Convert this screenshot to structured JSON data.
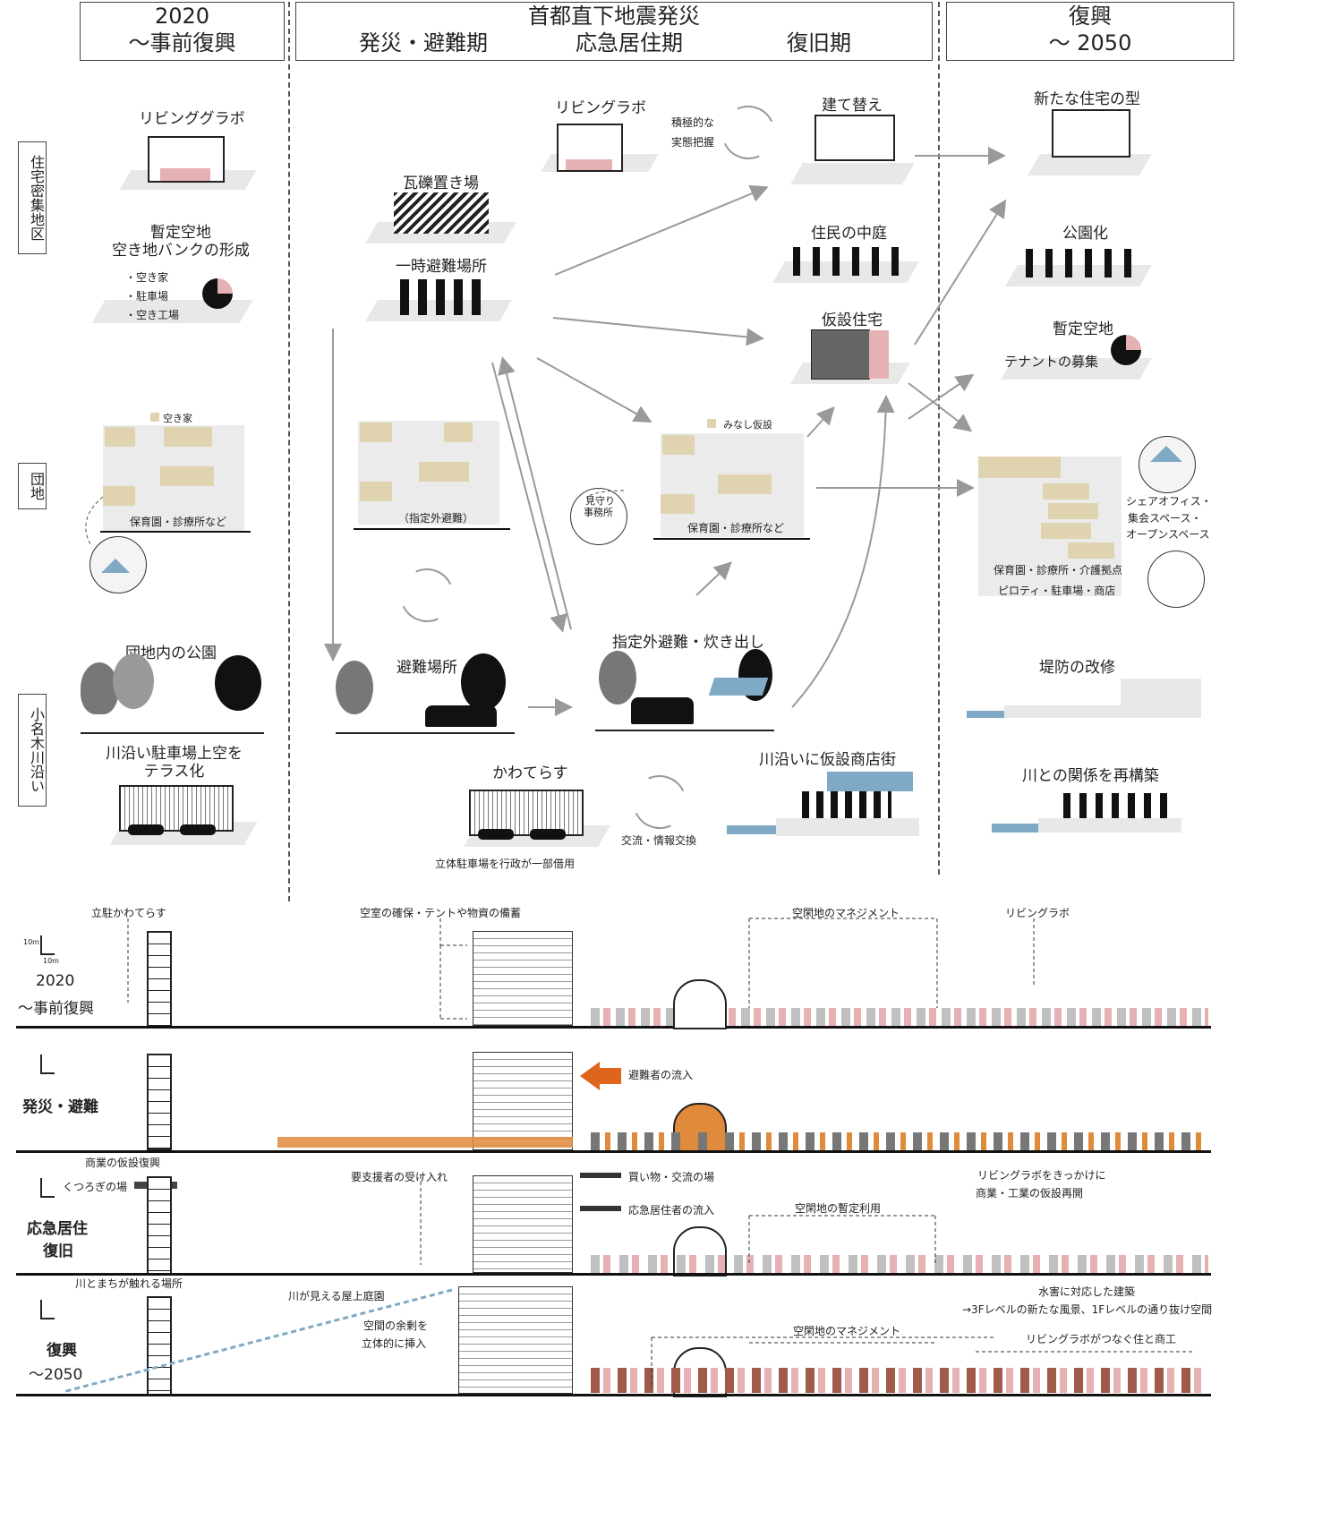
{
  "headers": {
    "pre": {
      "line1": "2020",
      "line2": "～事前復興"
    },
    "quake": {
      "title": "首都直下地震発災",
      "phase1": "発災・避難期",
      "phase2": "応急居住期",
      "phase3": "復旧期"
    },
    "recovery": {
      "line1": "復興",
      "line2": "～ 2050"
    }
  },
  "row_labels": {
    "dense": "住宅密集地区",
    "danchi": "団地",
    "river": "小名木川沿い"
  },
  "pre_col": {
    "living_lab": "リビンググラボ",
    "vacant_title1": "暫定空地",
    "vacant_title2": "空き地バンクの形成",
    "vacant_items": [
      "・空き家",
      "・駐車場",
      "・空き工場"
    ],
    "akiya": "空き家",
    "danchi_caption": "保育園・診療所など",
    "park": "団地内の公園",
    "terrace1": "川沿い駐車場上空を",
    "terrace2": "テラス化"
  },
  "quake_col": {
    "living_lab": "リビングラボ",
    "survey1": "積極的な",
    "survey2": "実態把握",
    "rubble": "瓦礫置き場",
    "temp_evac": "一時避難場所",
    "rebuild": "建て替え",
    "courtyard": "住民の中庭",
    "temp_housing": "仮設住宅",
    "minashi": "みなし仮設",
    "shitei_gai": "（指定外避難）",
    "mimamori1": "見守り",
    "mimamori2": "事務所",
    "danchi_caption": "保育園・診療所など",
    "evac_site": "避難場所",
    "cooking": "指定外避難・炊き出し",
    "kawaterasu": "かわてらす",
    "kawaterasu_caption": "立体駐車場を行政が一部借用",
    "exchange": "交流・情報交換",
    "temp_shops": "川沿いに仮設商店街"
  },
  "post_col": {
    "new_type": "新たな住宅の型",
    "park": "公園化",
    "vacant": "暫定空地",
    "tenant": "テナントの募集",
    "share1": "シェアオフィス・",
    "share2": "集会スペース・",
    "share3": "オープンスペース",
    "danchi_caption": "保育園・診療所・介護拠点",
    "pilotis": "ピロティ・駐車場・商店",
    "levee": "堤防の改修",
    "river": "川との関係を再構築"
  },
  "sections": {
    "scale_v": "10m",
    "scale_h": "10m",
    "s1": {
      "label1": "2020",
      "label2": "～事前復興",
      "note1": "立駐かわてらす",
      "note2": "空室の確保・テントや物資の備蓄",
      "note3": "空閑地のマネジメント",
      "note4": "リビングラボ"
    },
    "s2": {
      "label": "発災・避難",
      "note1": "避難者の流入"
    },
    "s3": {
      "label1": "応急居住",
      "label2": "復旧",
      "note0": "商業の仮設復興",
      "note1": "くつろぎの場",
      "note2": "要支援者の受け入れ",
      "note3": "買い物・交流の場",
      "note4": "応急居住者の流入",
      "note5": "空閑地の暫定利用",
      "note6": "リビングラボをきっかけに",
      "note7": "商業・工業の仮設再開"
    },
    "s4": {
      "label1": "復興",
      "label2": "～2050",
      "note0": "川とまちが触れる場所",
      "note1": "川が見える屋上庭園",
      "note2": "空間の余剰を",
      "note3": "立体的に挿入",
      "note4": "水害に対応した建築",
      "note5": "→3Fレベルの新たな風景、1Fレベルの通り抜け空間",
      "note6": "空閑地のマネジメント",
      "note7": "リビングラボがつなぐ住と商工"
    }
  },
  "colors": {
    "pink": "#e6b1b3",
    "tan": "#e0d3b0",
    "orange": "#e08a3c",
    "arrow_orange": "#e0651c",
    "blue": "#7fa9c4",
    "grey": "#e8e8e8"
  }
}
